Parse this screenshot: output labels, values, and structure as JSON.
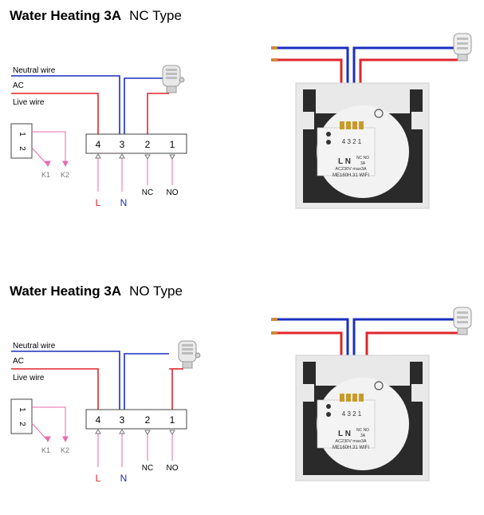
{
  "diagrams": [
    {
      "title": "Water Heating 3A",
      "type_label": "NC Type",
      "wire_labels": {
        "neutral": "Neutral wire",
        "ac": "AC",
        "live": "Live wire"
      },
      "terminals": [
        "4",
        "3",
        "2",
        "1"
      ],
      "sensor_labels": {
        "one": "1",
        "two": "2",
        "k1": "K1",
        "k2": "K2"
      },
      "bottom_labels": {
        "l": "L",
        "n": "N",
        "nc": "NC",
        "no": "NO"
      },
      "device": {
        "terminals": "4 3 2 1",
        "ln": "L N",
        "ncno": "NC NO",
        "rating": "AC230V max3A",
        "model": "ME160H.31 WIFI",
        "amps": "3A"
      }
    },
    {
      "title": "Water Heating 3A",
      "type_label": "NO Type",
      "wire_labels": {
        "neutral": "Neutral wire",
        "ac": "AC",
        "live": "Live wire"
      },
      "terminals": [
        "4",
        "3",
        "2",
        "1"
      ],
      "sensor_labels": {
        "one": "1",
        "two": "2",
        "k1": "K1",
        "k2": "K2"
      },
      "bottom_labels": {
        "l": "L",
        "n": "N",
        "nc": "NC",
        "no": "NO"
      },
      "device": {
        "terminals": "4 3 2 1",
        "ln": "L N",
        "ncno": "NC NO",
        "rating": "AC230V max3A",
        "model": "ME160H.31 WIFI",
        "amps": "3A"
      }
    }
  ],
  "colors": {
    "red": "#e0262c",
    "blue": "#1b2fbf",
    "pink": "#e66bb0",
    "grey": "#777777"
  }
}
